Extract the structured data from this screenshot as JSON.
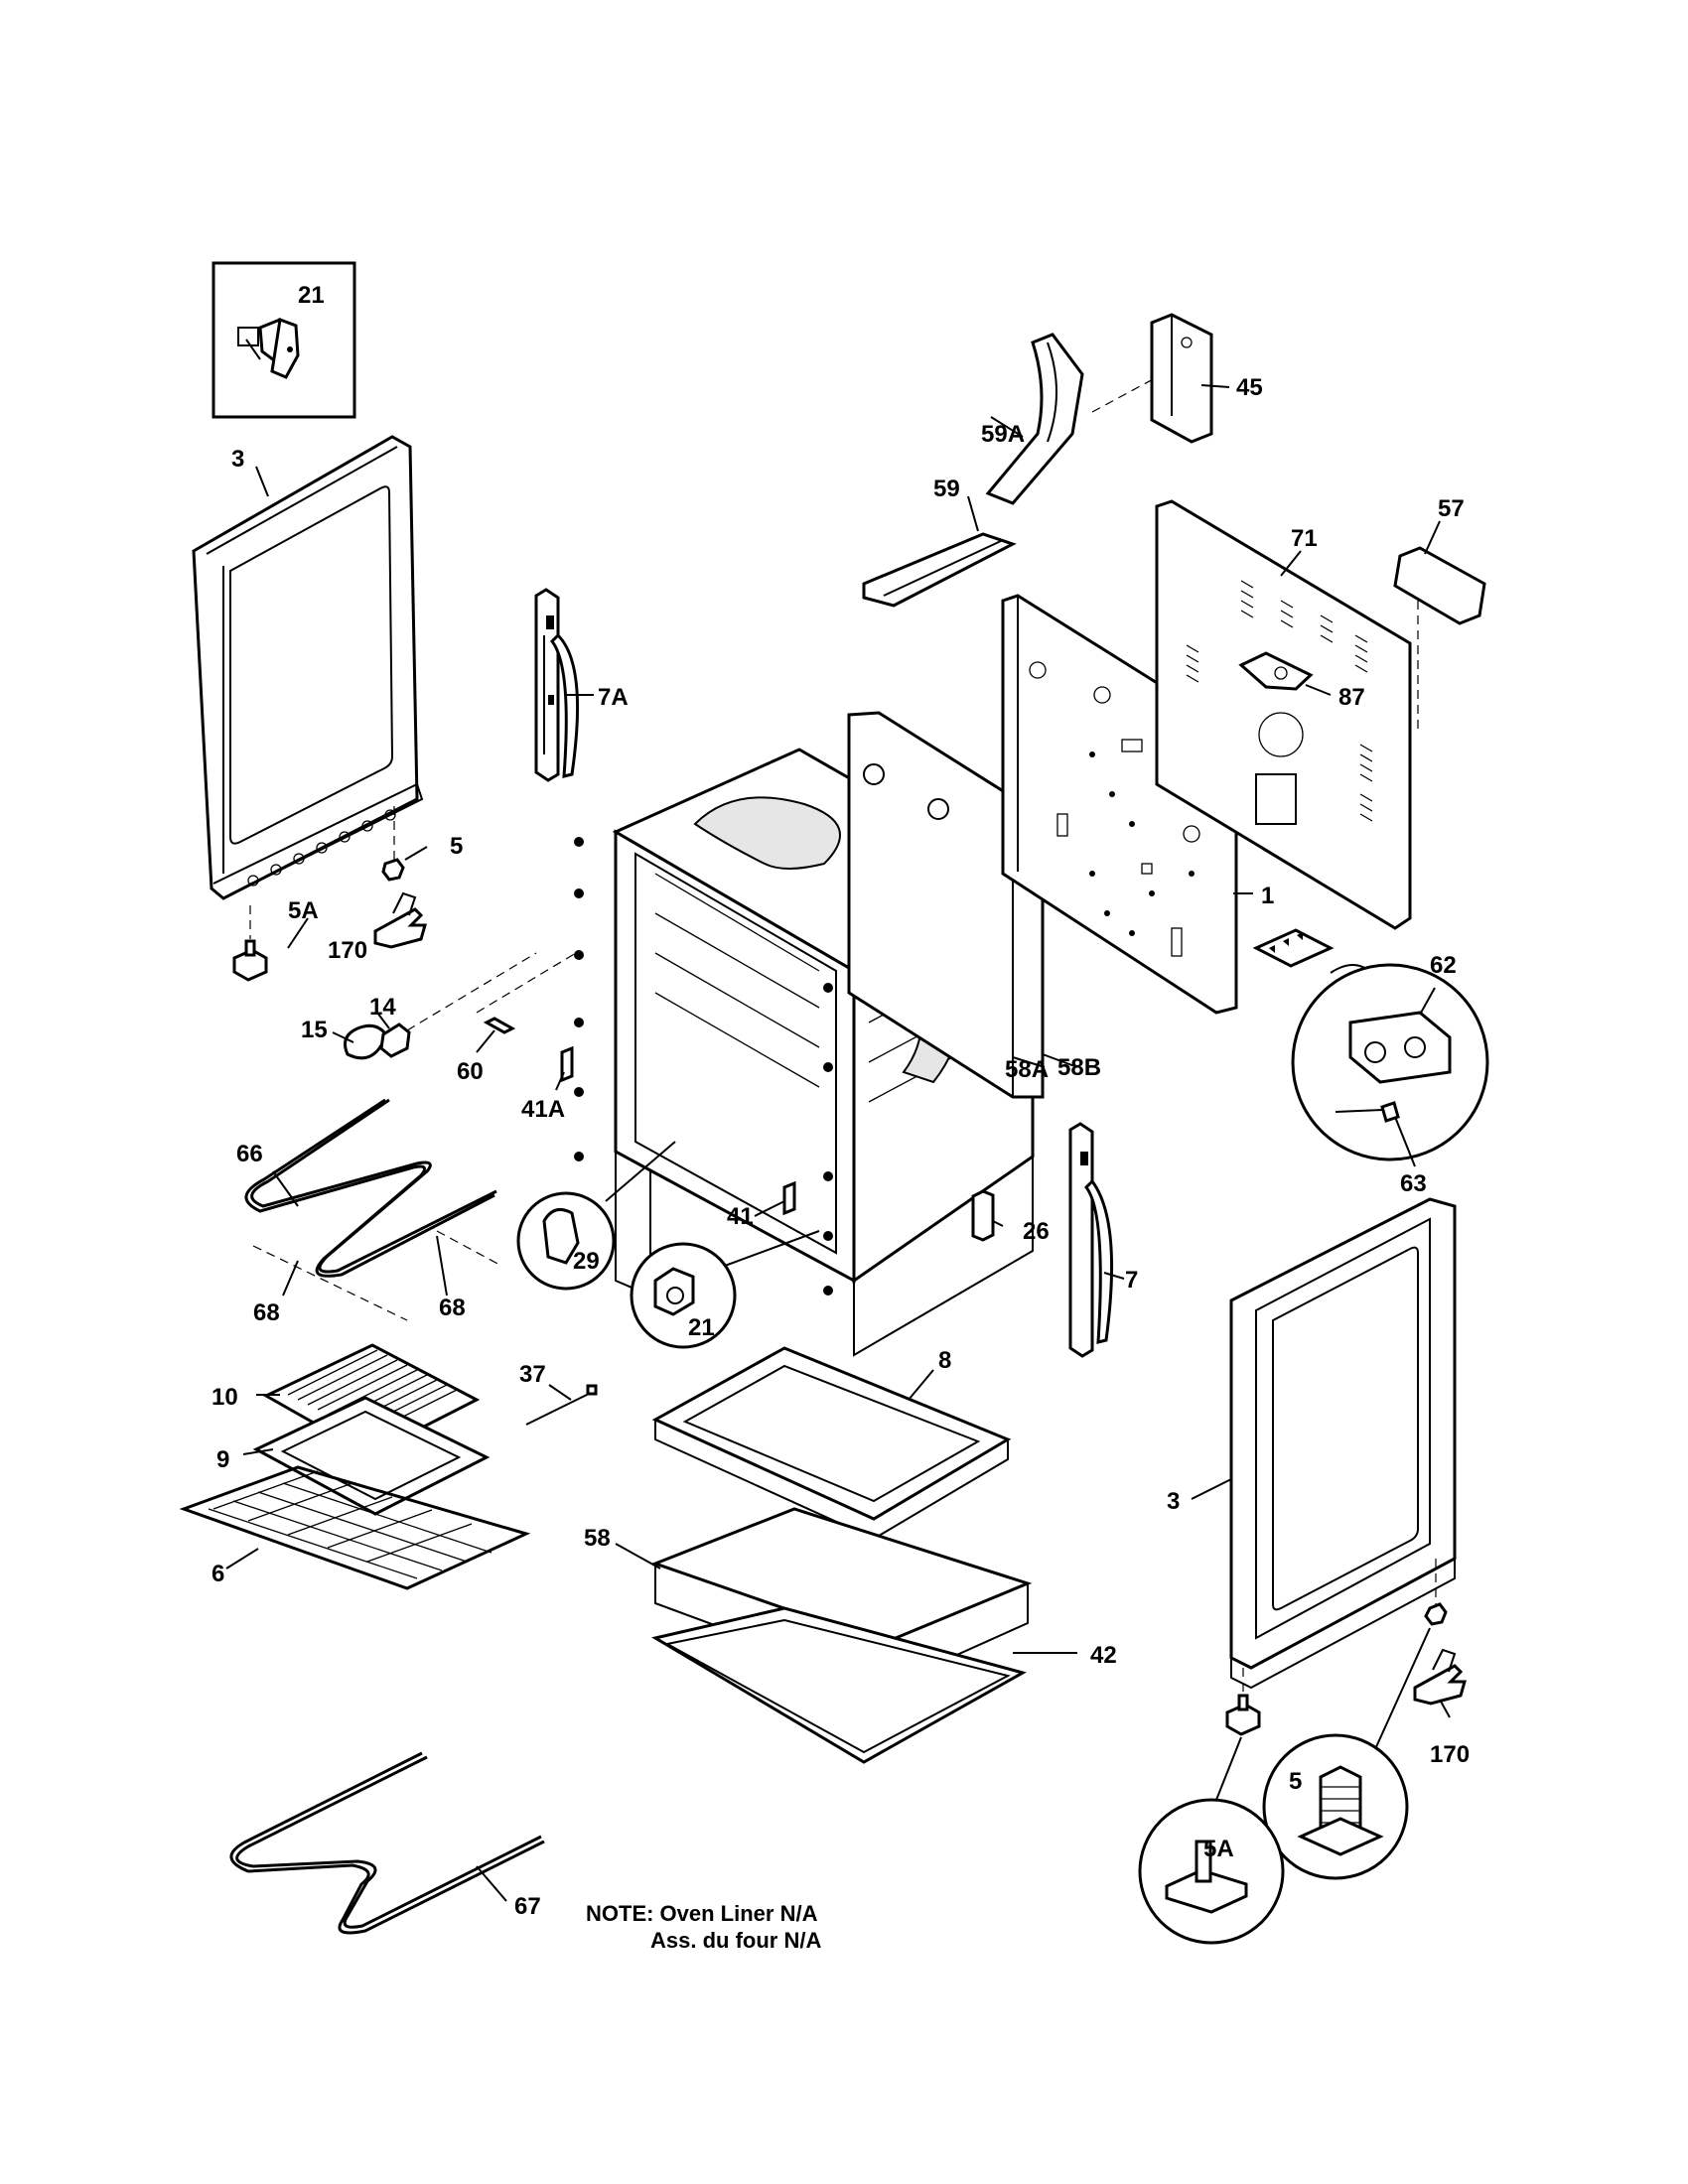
{
  "labels": {
    "inset_21": "21",
    "door_3_left": "3",
    "screw_5": "5",
    "leveler_5A": "5A",
    "bracket_170": "170",
    "socket_14": "14",
    "bulb_15": "15",
    "clip_60": "60",
    "hinge_7A": "7A",
    "clip_41A": "41A",
    "element_66": "66",
    "wire_68a": "68",
    "wire_68b": "68",
    "callout_29": "29",
    "callout_21": "21",
    "clip_41": "41",
    "liner_58A": "58A",
    "insulation_58B": "58B",
    "strike_26": "26",
    "hinge_7": "7",
    "duct_59": "59",
    "duct_59A": "59A",
    "box_45": "45",
    "panel_71": "71",
    "plate_57": "57",
    "gasket_87": "87",
    "back_1": "1",
    "block_62": "62",
    "screw_63": "63",
    "door_3_right": "3",
    "screw_5_b": "5",
    "bracket_170_b": "170",
    "leveler_5A_b": "5A",
    "grid_10": "10",
    "pan_9": "9",
    "rack_6": "6",
    "wire_37": "37",
    "drawer_8": "8",
    "insul_58": "58",
    "bottom_42": "42",
    "element_67": "67"
  },
  "note": {
    "line1": "NOTE: Oven Liner N/A",
    "line2": "Ass. du four N/A"
  }
}
